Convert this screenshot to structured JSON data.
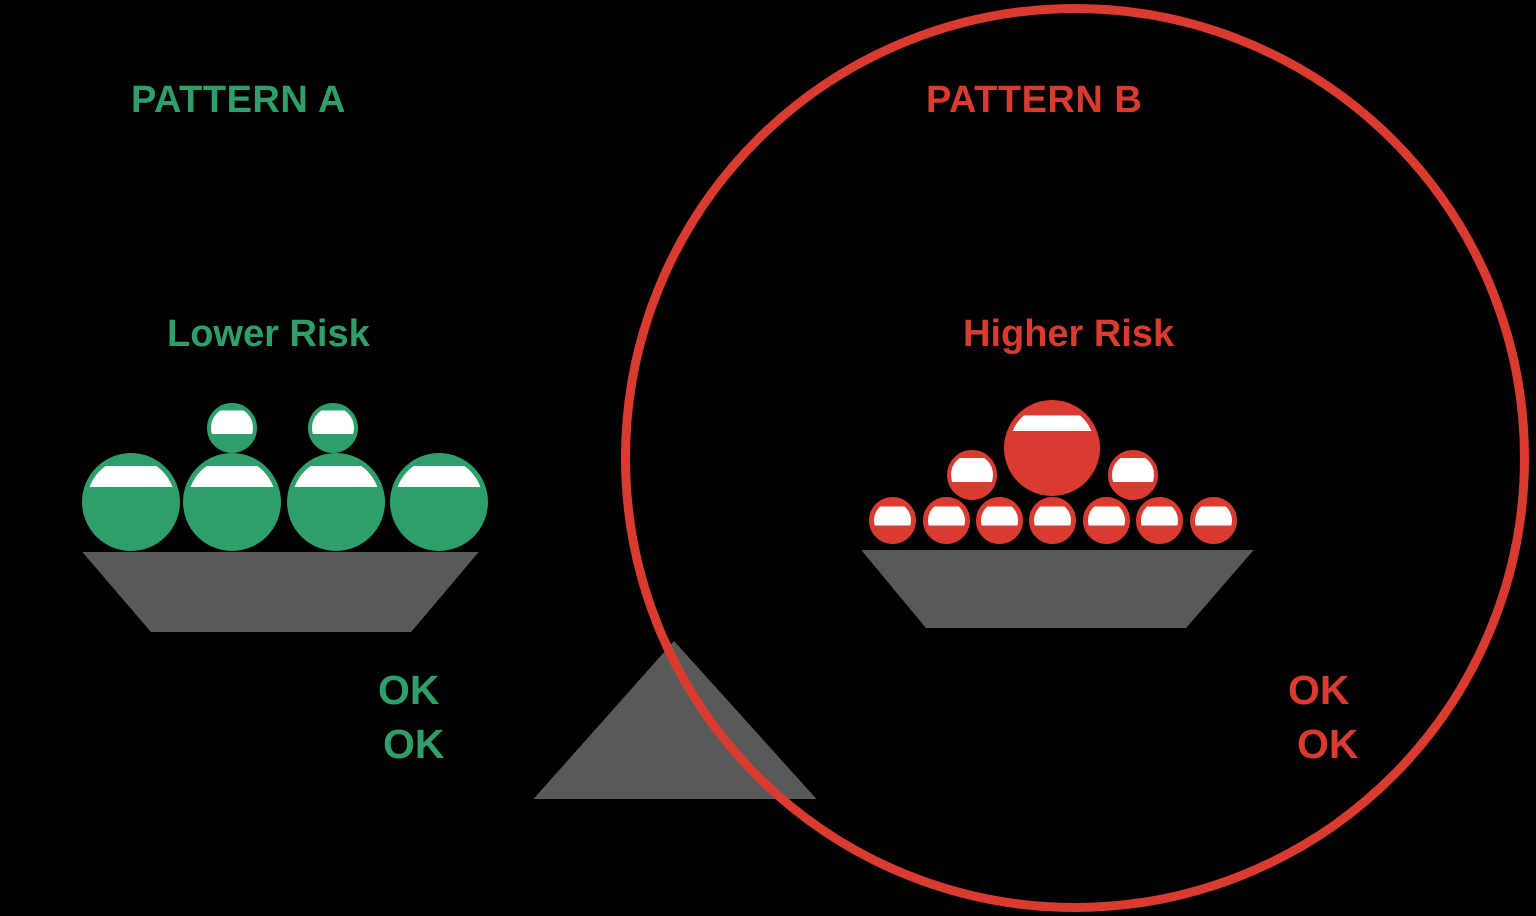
{
  "background": "#000000",
  "colors": {
    "green": "#2E9F6B",
    "red": "#D93B30",
    "tray": "#595959",
    "stroke": "#000000",
    "white": "#FFFFFF",
    "background": "#000000"
  },
  "pattern_a": {
    "title": "PATTERN A",
    "risk_label": "Lower Risk",
    "ok_marks": [
      "OK",
      "OK"
    ],
    "balls": {
      "large_partially_filled": 4,
      "small_mostly_empty": 2
    }
  },
  "pattern_b": {
    "title": "PATTERN B",
    "risk_label": "Higher Risk",
    "ok_marks": [
      "OK",
      "OK"
    ],
    "balls": {
      "large_partially_filled": 1,
      "medium_mostly_empty": 2,
      "small_mostly_empty": 7
    },
    "highlighted_with_circle": true
  },
  "balance": {
    "left_tray": "pattern_a",
    "right_tray": "pattern_b",
    "fulcrum_shape": "triangle"
  }
}
